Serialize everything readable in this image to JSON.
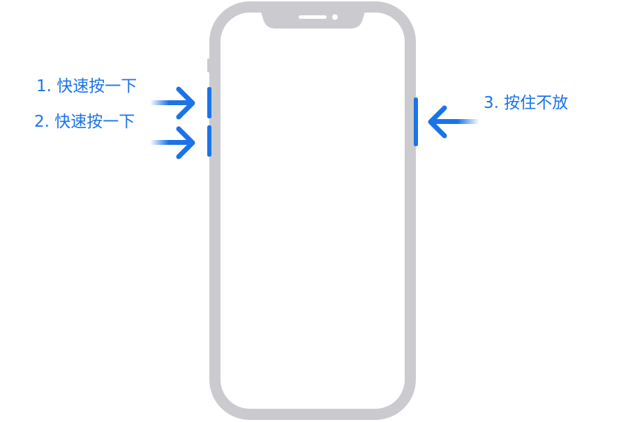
{
  "steps": [
    {
      "label": "1. 快速按一下"
    },
    {
      "label": "2. 快速按一下"
    },
    {
      "label": "3. 按住不放"
    }
  ],
  "colors": {
    "accent": "#1a73e8",
    "phone_frame": "#cbcbcf",
    "background": "#ffffff"
  },
  "icons": {
    "volume_up_arrow": "arrow-right-icon",
    "volume_down_arrow": "arrow-right-icon",
    "side_button_arrow": "arrow-left-icon"
  }
}
